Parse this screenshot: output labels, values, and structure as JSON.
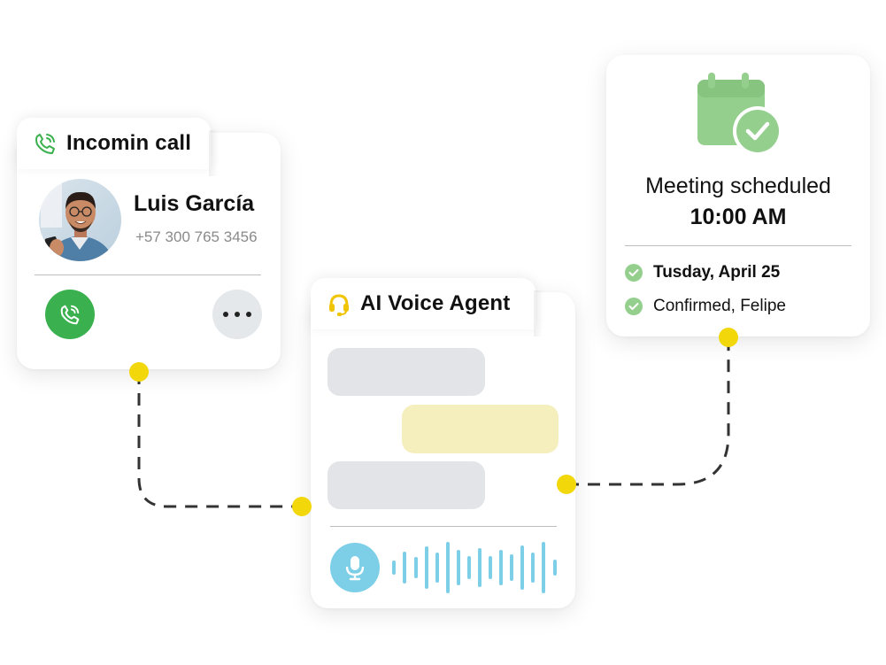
{
  "incoming_call": {
    "title": "Incomin call",
    "caller_name": "Luis García",
    "caller_phone": "+57 300 765 3456"
  },
  "voice_agent": {
    "title": "AI Voice Agent"
  },
  "meeting": {
    "title": "Meeting scheduled",
    "time": "10:00 AM",
    "items": [
      {
        "text": "Tusday, April 25",
        "bold": true
      },
      {
        "text": "Confirmed, Felipe",
        "bold": false
      }
    ]
  },
  "colors": {
    "accent_green": "#3ab14e",
    "check_green": "#8fcd8a",
    "headset_yellow": "#f0c400",
    "dot_yellow": "#f2d70b",
    "mic_blue": "#7dcfe8",
    "bubble_gray": "#e3e4e8",
    "bubble_yellow": "#f5efbe"
  }
}
